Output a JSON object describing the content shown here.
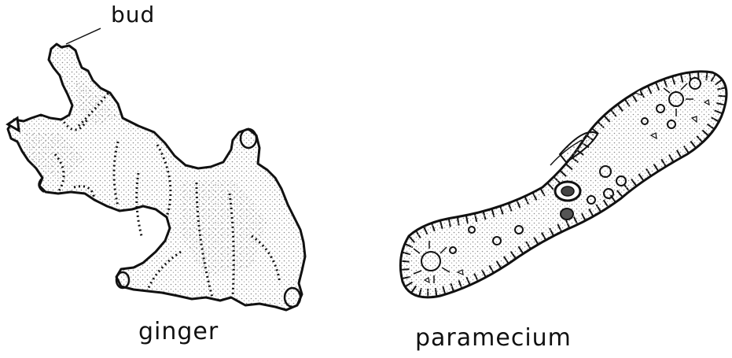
{
  "labels": {
    "bud": "bud",
    "ginger": "ginger",
    "paramecium": "paramecium"
  },
  "colors": {
    "ink": "#111111",
    "stipple": "#9a9a9a",
    "background": "#ffffff"
  }
}
